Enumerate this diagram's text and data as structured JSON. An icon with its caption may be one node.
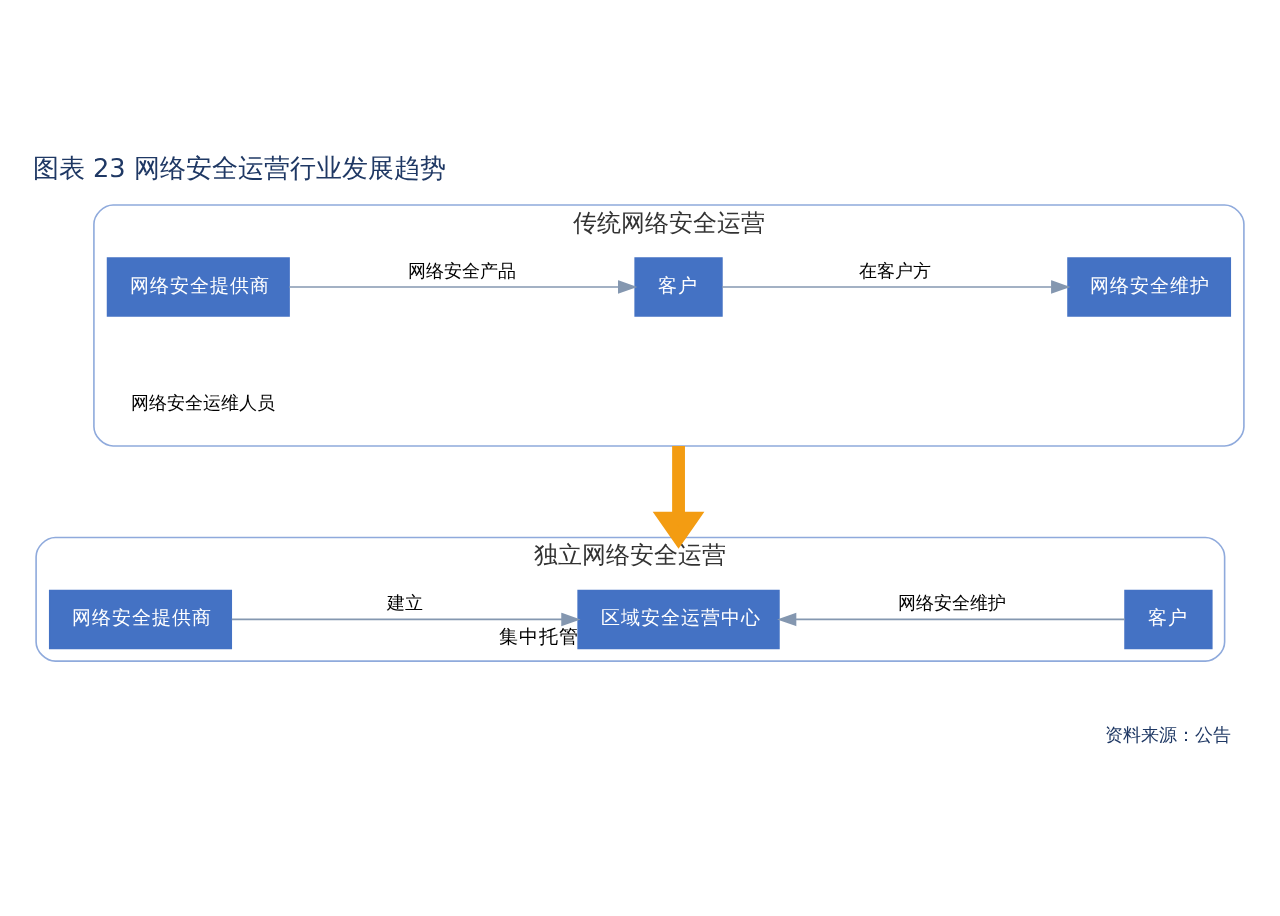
{
  "diagram": {
    "title": "图表 23 网络安全运营行业发展趋势",
    "caption": "资料来源：公告",
    "nodes": [
      {
        "text": [
          "传统网络安全运营"
        ]
      },
      {
        "text": [
          "网络安全提供商"
        ],
        "in": 0
      },
      {
        "text": [
          "客户"
        ],
        "in": 0
      },
      {
        "text": [
          "网络安全维护"
        ],
        "in": 0
      },
      {
        "text": [
          "独立网络安全运营"
        ]
      },
      {
        "text": [
          "网络安全提供商"
        ],
        "in": 4
      },
      {
        "text": [
          "区域安全运营中心"
        ],
        "in": 4,
        "beside": [
          "集中托管"
        ]
      },
      {
        "text": [
          "客户"
        ],
        "in": 4
      }
    ],
    "edges": [
      {
        "from": 1,
        "to": 2,
        "arrow": "to",
        "label": "网络安全产品"
      },
      {
        "from": 2,
        "to": 3,
        "arrow": "to",
        "label": "在客户方"
      },
      {
        "from": 0,
        "to": 4,
        "arrow": "to",
        "style": "thick",
        "color": "#f39c12"
      },
      {
        "from": 5,
        "to": 6,
        "arrow": "to",
        "label": "建立"
      },
      {
        "from": 7,
        "to": 6,
        "arrow": "to",
        "label": "网络安全维护"
      }
    ],
    "labels": [
      "网络安全运维人员"
    ]
  }
}
